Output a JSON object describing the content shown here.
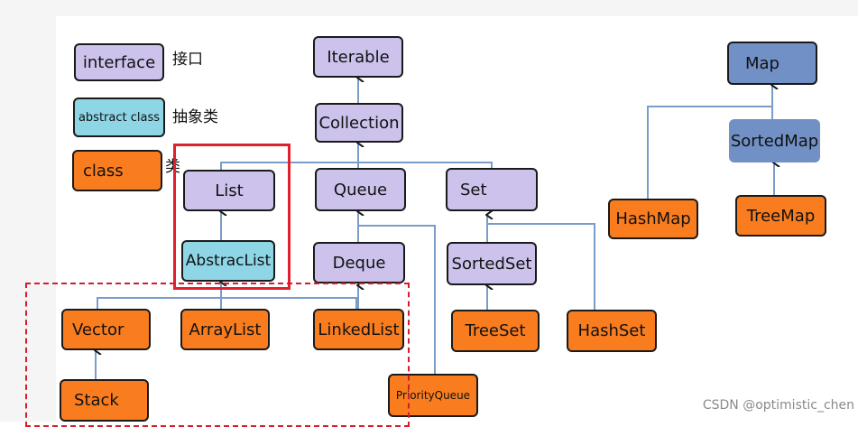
{
  "legend": {
    "interface_box": "interface",
    "interface_text": "接口",
    "abstract_box": "abstract class",
    "abstract_text": "抽象类",
    "class_box": "class",
    "class_text": "类"
  },
  "nodes": {
    "iterable": "Iterable",
    "collection": "Collection",
    "list": "List",
    "queue": "Queue",
    "set": "Set",
    "abstract_list": "AbstracList",
    "deque": "Deque",
    "sorted_set": "SortedSet",
    "vector": "Vector",
    "array_list": "ArrayList",
    "linked_list": "LinkedList",
    "tree_set": "TreeSet",
    "hash_set": "HashSet",
    "stack": "Stack",
    "priority_queue": "PriorityQueue",
    "map": "Map",
    "sorted_map": "SortedMap",
    "hash_map": "HashMap",
    "tree_map": "TreeMap"
  },
  "watermark": "CSDN @optimistic_chen",
  "colors": {
    "interface": "#ccc2ec",
    "abstract_class": "#8ed6e6",
    "class": "#f97d1f",
    "map_interface": "#7090c6",
    "connector": "#7a9cc8",
    "highlight": "#e0202c"
  }
}
